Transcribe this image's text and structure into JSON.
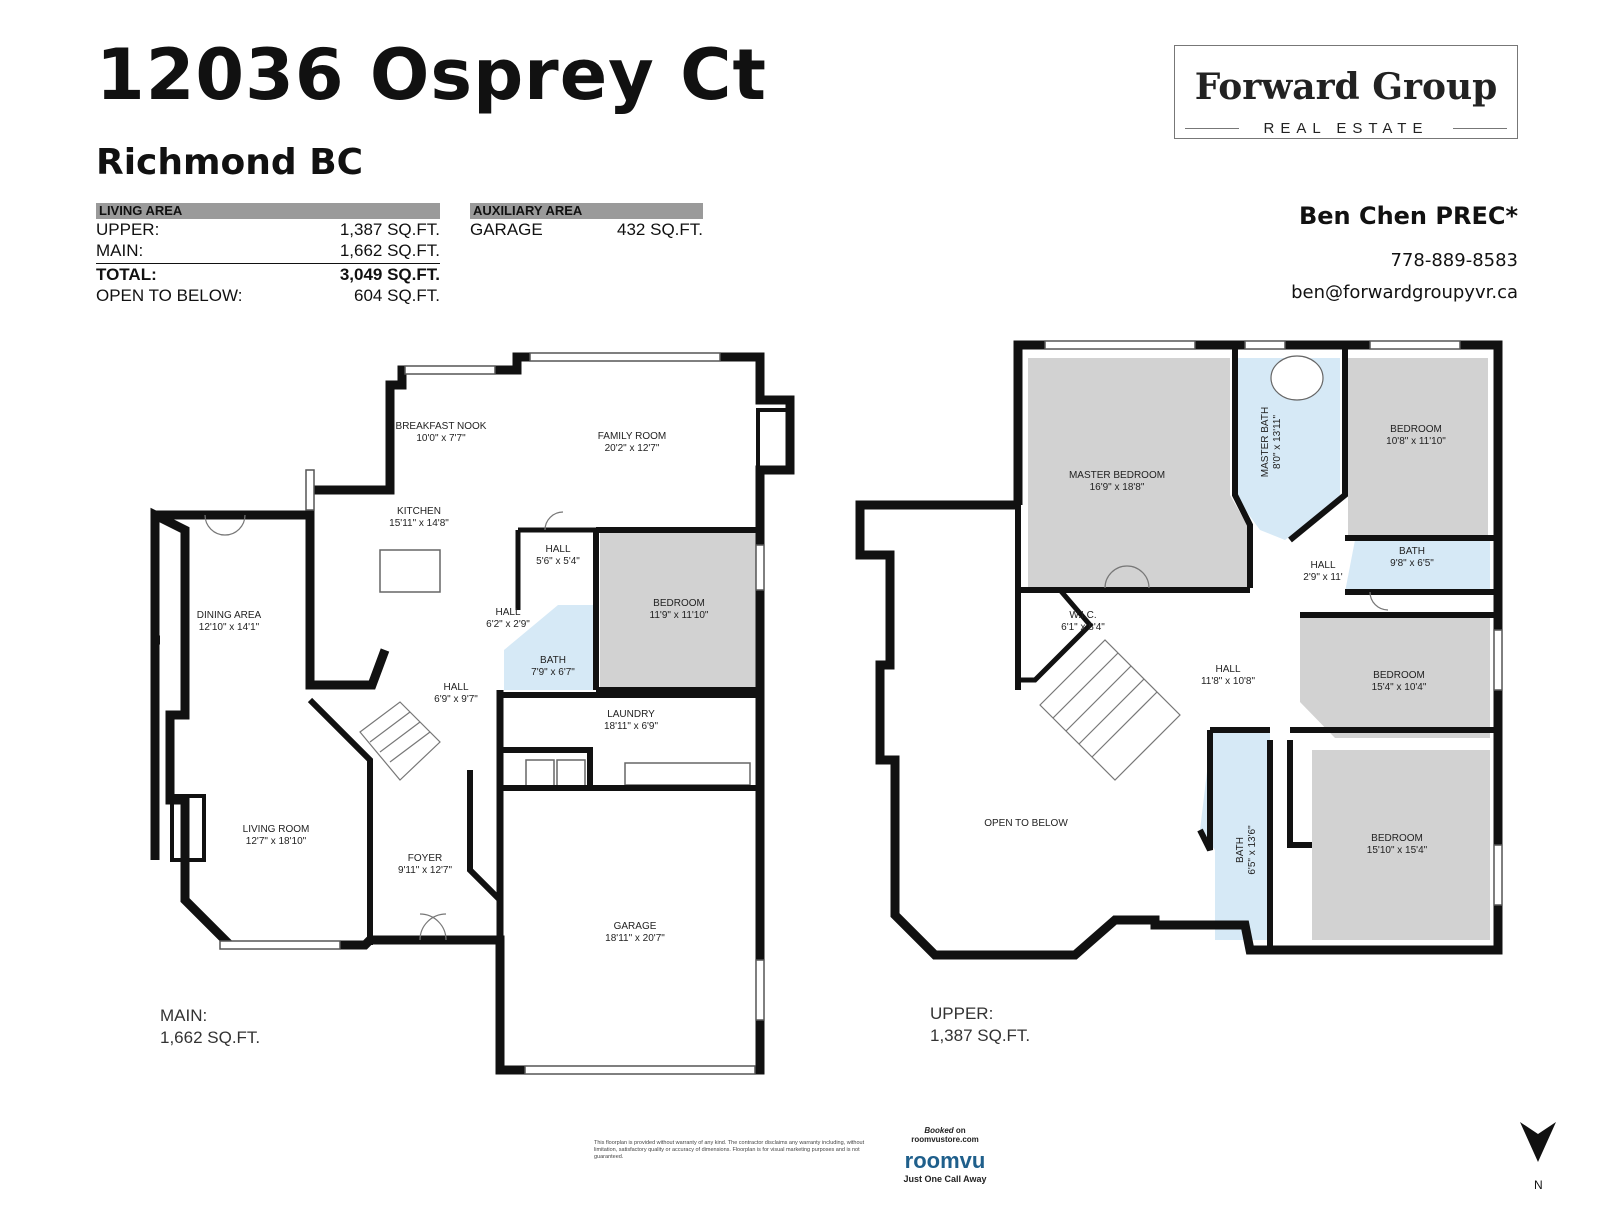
{
  "header": {
    "title": "12036 Osprey Ct",
    "subtitle": "Richmond BC"
  },
  "living_area": {
    "heading": "LIVING AREA",
    "rows": [
      {
        "label": "UPPER:",
        "value": "1,387 SQ.FT."
      },
      {
        "label": "MAIN:",
        "value": "1,662 SQ.FT."
      }
    ],
    "total": {
      "label": "TOTAL:",
      "value": "3,049 SQ.FT."
    },
    "open_to_below": {
      "label": "OPEN TO BELOW:",
      "value": "604 SQ.FT."
    }
  },
  "auxiliary_area": {
    "heading": "AUXILIARY AREA",
    "rows": [
      {
        "label": "GARAGE",
        "value": "432 SQ.FT."
      }
    ]
  },
  "brand": {
    "name": "Forward Group",
    "tagline": "REAL ESTATE"
  },
  "agent": {
    "name": "Ben Chen PREC*",
    "phone": "778-889-8583",
    "email": "ben@forwardgroupyvr.ca"
  },
  "main_floor": {
    "label": "MAIN:",
    "area": "1,662 SQ.FT.",
    "rooms": [
      {
        "name": "BREAKFAST NOOK",
        "dims": "10'0\" x 7'7\""
      },
      {
        "name": "FAMILY ROOM",
        "dims": "20'2\" x 12'7\""
      },
      {
        "name": "KITCHEN",
        "dims": "15'11\" x 14'8\""
      },
      {
        "name": "DINING AREA",
        "dims": "12'10\" x 14'1\""
      },
      {
        "name": "HALL",
        "dims": "5'6\" x 5'4\""
      },
      {
        "name": "HALL",
        "dims": "6'2\" x 2'9\""
      },
      {
        "name": "BEDROOM",
        "dims": "11'9\" x 11'10\""
      },
      {
        "name": "BATH",
        "dims": "7'9\" x 6'7\""
      },
      {
        "name": "HALL",
        "dims": "6'9\" x 9'7\""
      },
      {
        "name": "LAUNDRY",
        "dims": "18'11\" x 6'9\""
      },
      {
        "name": "LIVING ROOM",
        "dims": "12'7\" x 18'10\""
      },
      {
        "name": "FOYER",
        "dims": "9'11\" x 12'7\""
      },
      {
        "name": "GARAGE",
        "dims": "18'11\" x 20'7\""
      }
    ]
  },
  "upper_floor": {
    "label": "UPPER:",
    "area": "1,387 SQ.FT.",
    "rooms": [
      {
        "name": "MASTER BEDROOM",
        "dims": "16'9\" x 18'8\""
      },
      {
        "name": "MASTER BATH",
        "dims": "8'0\" x 13'11\""
      },
      {
        "name": "BEDROOM",
        "dims": "10'8\" x 11'10\""
      },
      {
        "name": "BATH",
        "dims": "9'8\" x 6'5\""
      },
      {
        "name": "HALL",
        "dims": "2'9\" x 11'"
      },
      {
        "name": "W.I.C.",
        "dims": "6'1\" x 8'4\""
      },
      {
        "name": "HALL",
        "dims": "11'8\" x 10'8\""
      },
      {
        "name": "BEDROOM",
        "dims": "15'4\" x 10'4\""
      },
      {
        "name": "OPEN TO BELOW",
        "dims": ""
      },
      {
        "name": "BATH",
        "dims": "6'5\" x 13'6\""
      },
      {
        "name": "BEDROOM",
        "dims": "15'10\" x 15'4\""
      }
    ]
  },
  "footer": {
    "disclaimer": "This floorplan is provided without warranty of any kind. The contractor disclaims any warranty including, without limitation, satisfactory quality or accuracy of dimensions. Floorplan is for visual marketing purposes and is not guaranteed.",
    "booked_prefix": "Booked",
    "booked_suffix": "on roomvustore.com",
    "roomvu_logo": "roomvu",
    "roomvu_tagline": "Just One Call Away",
    "north_label": "N"
  },
  "colors": {
    "wall": "#111111",
    "room_grey": "#d2d2d2",
    "bath_blue": "#d6e9f6",
    "table_header": "#9a9a9a",
    "roomvu_blue": "#1f5f8b"
  }
}
